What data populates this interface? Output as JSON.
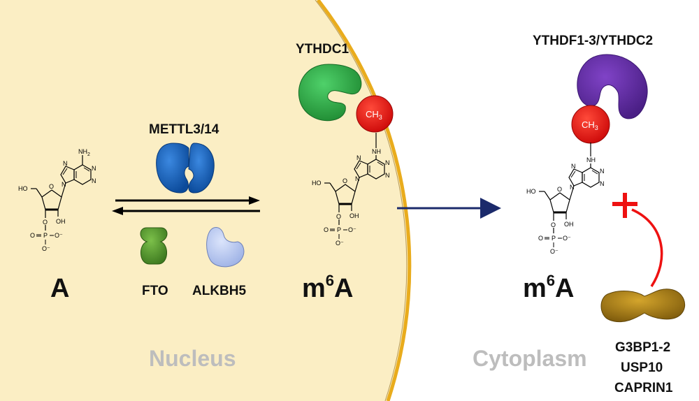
{
  "regions": {
    "nucleus_label": "Nucleus",
    "cytoplasm_label": "Cytoplasm"
  },
  "molecules": {
    "adenosine_label": "A",
    "m6a_base": "m",
    "m6a_superscript": "6",
    "m6a_suffix": "A",
    "methyl_group": "CH",
    "methyl_subscript": "3",
    "amino_group": "NH",
    "amino_subscript": "2",
    "nh_label": "NH",
    "hydroxyl_label": "HO",
    "oh_label": "OH",
    "n_label": "N",
    "o_label": "O",
    "p_label": "P",
    "o_minus_label": "O⁻"
  },
  "proteins": {
    "writer": "METTL3/14",
    "eraser_1": "FTO",
    "eraser_2": "ALKBH5",
    "nuclear_reader": "YTHDC1",
    "cytoplasmic_reader": "YTHDF1-3/YTHDC2",
    "inhibitors": [
      "G3BP1-2",
      "USP10",
      "CAPRIN1"
    ]
  },
  "colors": {
    "nucleus_fill": "#fbeec4",
    "nuclear_membrane": "#e9ac1d",
    "mettl_blue": "#1560bd",
    "fto_green": "#4e8a2a",
    "alkbh5_lavender": "#b7c8ee",
    "ythdc1_green": "#2ea043",
    "ythdf_purple": "#5b2a9a",
    "methyl_red": "#e01010",
    "inhibitor_gold": "#a57a12",
    "block_red": "#ee1111",
    "transport_arrow": "#1b2a6b"
  }
}
